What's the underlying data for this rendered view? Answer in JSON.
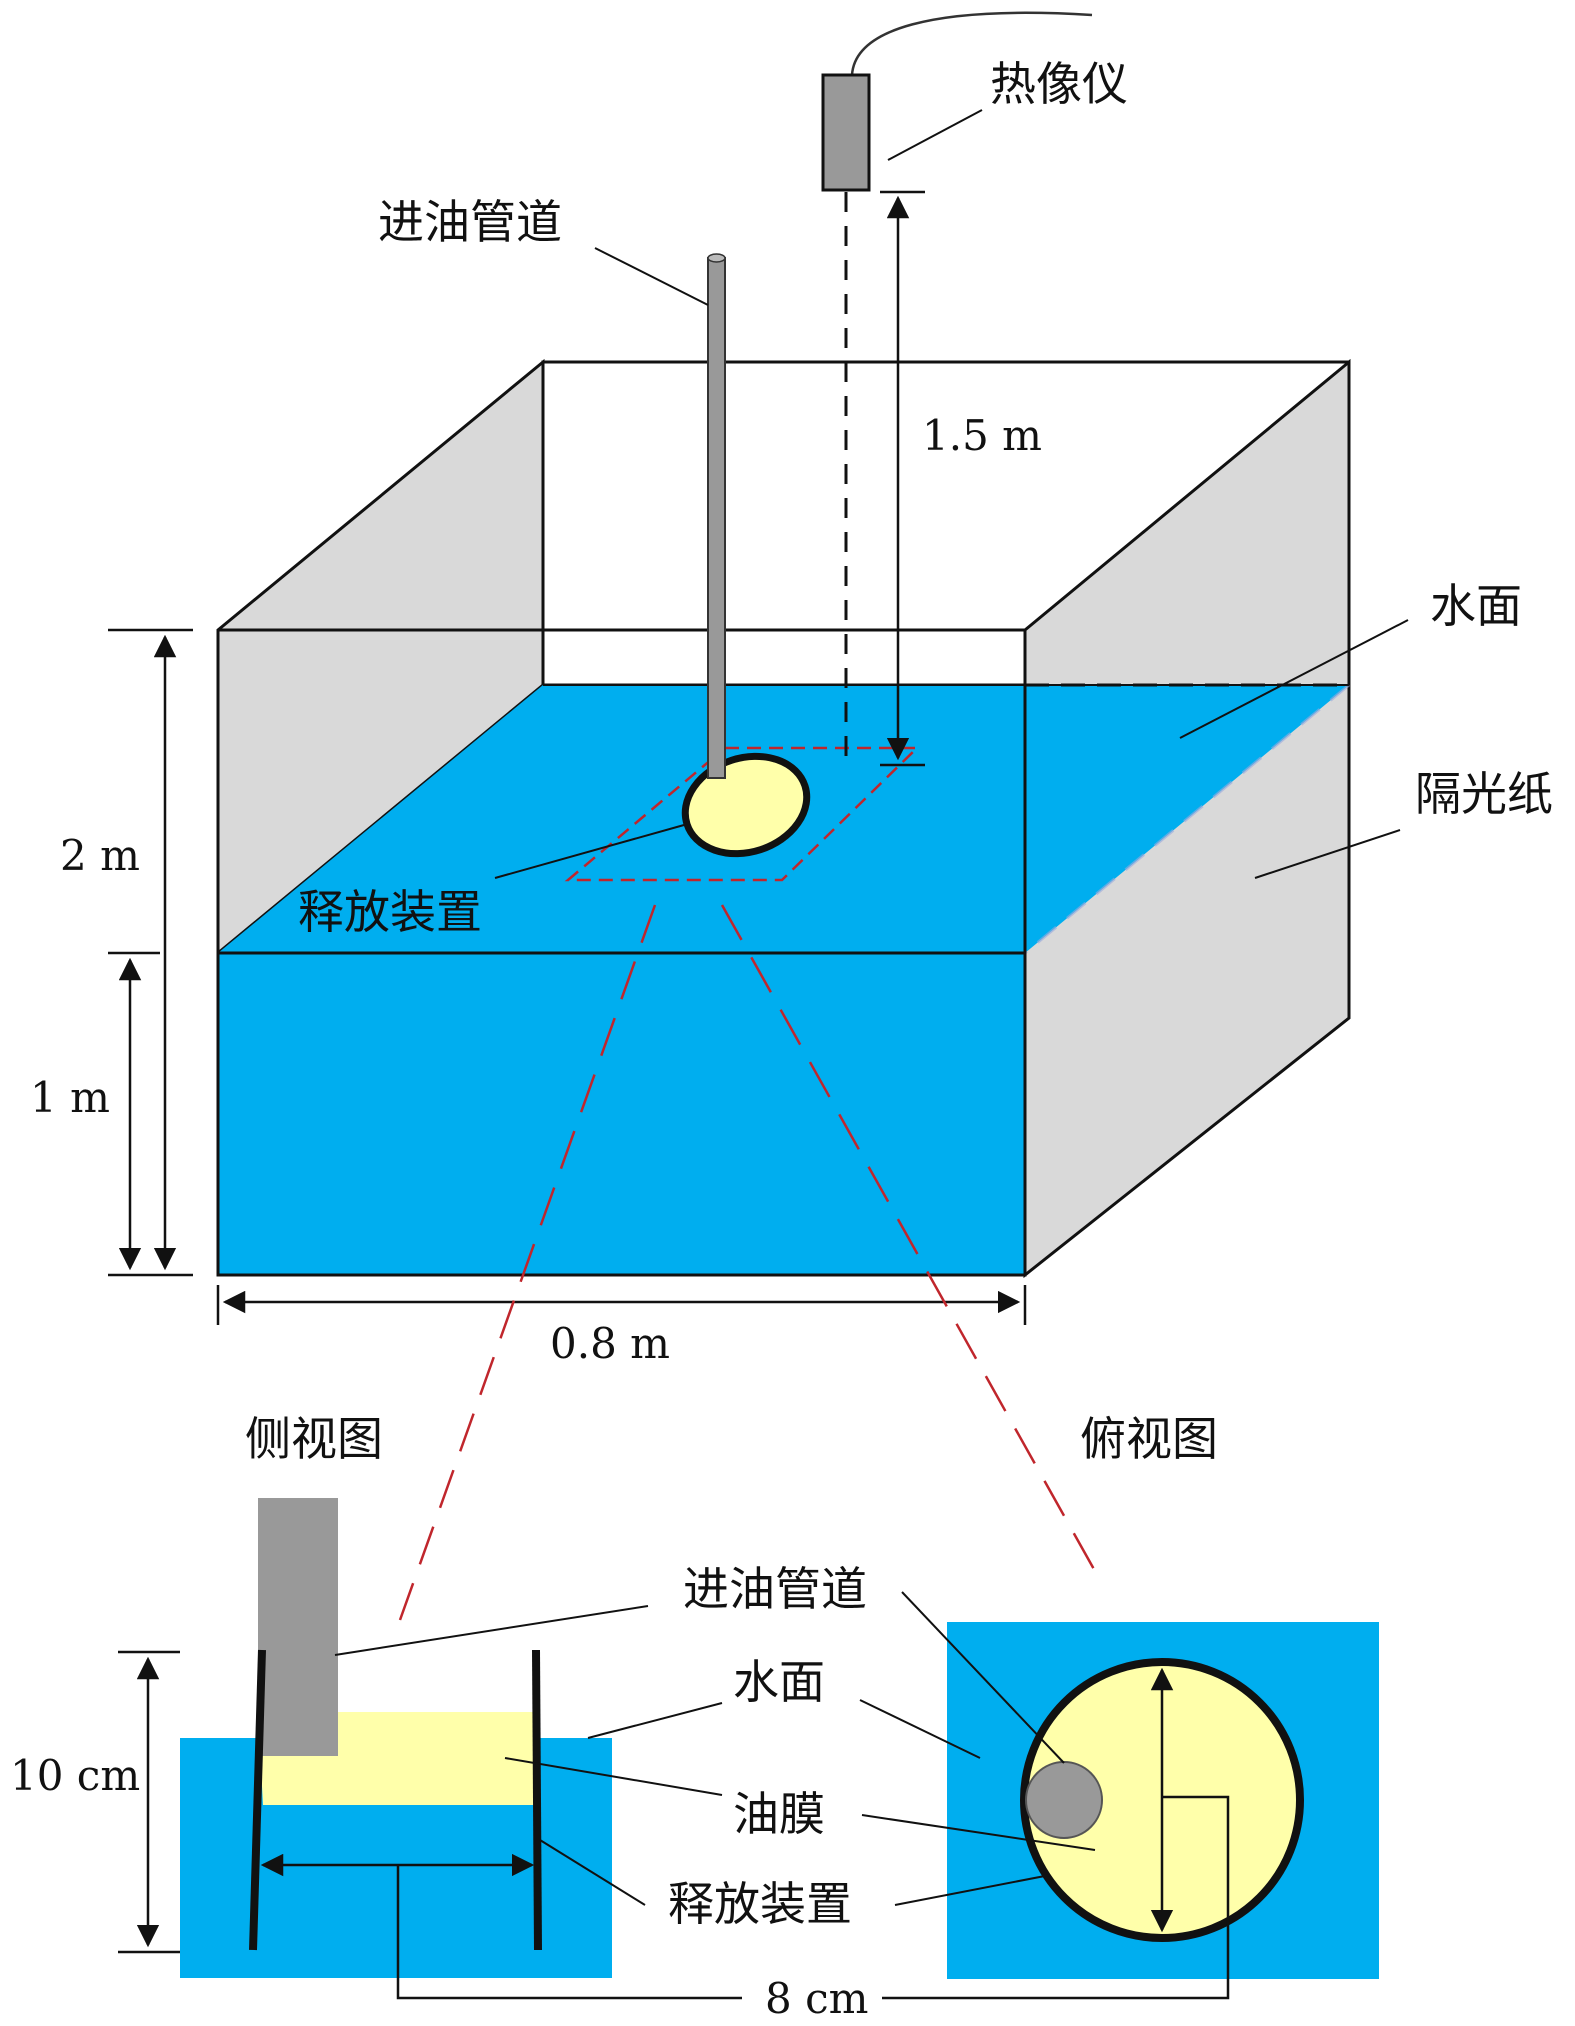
{
  "labels": {
    "thermal_camera": "热像仪",
    "oil_pipe_top": "进油管道",
    "water_surface_top": "水面",
    "light_shield_paper": "隔光纸",
    "release_device_top": "释放装置",
    "side_view": "侧视图",
    "top_view": "俯视图",
    "oil_pipe_bottom": "进油管道",
    "water_surface_bottom": "水面",
    "oil_film": "油膜",
    "release_device_bottom": "释放装置"
  },
  "dimensions": {
    "camera_height": "1.5 m",
    "tank_height": "2 m",
    "water_depth": "1 m",
    "tank_width": "0.8 m",
    "device_height": "10 cm",
    "device_diameter": "8 cm"
  },
  "colors": {
    "water": "#00AEEF",
    "oil": "#FFFFAA",
    "wall": "#D9D9D9",
    "pipe": "#999999",
    "leader_red": "#C0262C",
    "line": "#111111"
  }
}
